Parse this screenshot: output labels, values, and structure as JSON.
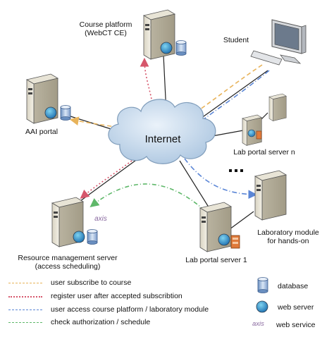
{
  "nodes": {
    "course_platform": "Course platform\n(WebCT CE)",
    "student": "Student",
    "aai_portal": "AAI portal",
    "internet": "Internet",
    "lab_portal_n": "Lab portal server n",
    "ellipsis": "...",
    "resource_mgmt": "Resource management server\n(access scheduling)",
    "lab_portal_1": "Lab portal server 1",
    "lab_module": "Laboratory module\nfor hands-on",
    "axis_brand": "axis"
  },
  "legend": {
    "flows": [
      {
        "label": "user subscribe to course",
        "color": "#e8b35a",
        "style": "dashed"
      },
      {
        "label": "register user after accepted subscribtion",
        "color": "#d6566b",
        "style": "dotted"
      },
      {
        "label": "user access course platform / laboratory module",
        "color": "#5b86d6",
        "style": "dashed"
      },
      {
        "label": "check authorization  / schedule",
        "color": "#5fb86a",
        "style": "dashdot"
      }
    ],
    "icons": [
      {
        "label": "database",
        "icon": "database-icon"
      },
      {
        "label": "web server",
        "icon": "web-server-globe-icon"
      },
      {
        "label": "web service",
        "icon": "axis-web-service-icon",
        "brand": "axis"
      }
    ]
  },
  "colors": {
    "orange": "#e8b35a",
    "red": "#d6566b",
    "blue": "#5b86d6",
    "green": "#5fb86a",
    "cloud": "#bcd3e8"
  }
}
